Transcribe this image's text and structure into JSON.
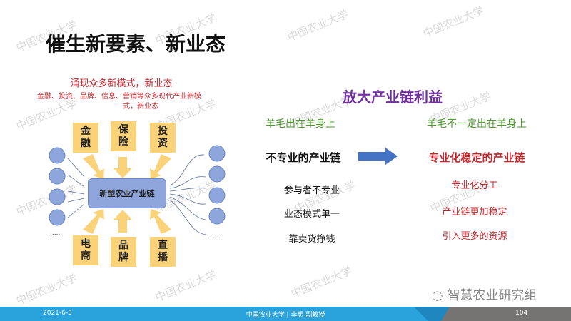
{
  "slide_title": "催生新要素、新业态",
  "left": {
    "heading": "涌现众多新模式，新业态",
    "subheading_line1": "金融、投资、品牌、信息、营销等众多现代产业新模",
    "subheading_line2": "式，新业态",
    "top_boxes": [
      {
        "line1": "金",
        "line2": "融"
      },
      {
        "line1": "保",
        "line2": "险"
      },
      {
        "line1": "投",
        "line2": "资"
      }
    ],
    "bottom_boxes": [
      {
        "line1": "电",
        "line2": "商"
      },
      {
        "line1": "品",
        "line2": "牌"
      },
      {
        "line1": "直",
        "line2": "播"
      }
    ],
    "center_label": "新型农业产业链",
    "ellipsis": "......"
  },
  "right": {
    "heading": "放大产业链利益",
    "left_motto": "羊毛出在羊身上",
    "right_motto": "羊毛不一定出在羊身上",
    "from_label": "不专业的产业链",
    "to_label": "专业化稳定的产业链",
    "from_items": [
      "参与者不专业",
      "业态模式单一",
      "靠卖货挣钱"
    ],
    "to_items": [
      "专业化分工",
      "产业链更加稳定",
      "引入更多的资源"
    ]
  },
  "watermark": "中国农业大学",
  "wechat_watermark": "智慧农业研究组",
  "footer": {
    "date": "2021-6-3",
    "center": "中国农业大学 | 李想 副教授",
    "page": "104"
  },
  "colors": {
    "accent_blue": "#2aa3dc",
    "purple": "#7030a0",
    "green": "#4e9a2e",
    "red": "#c0272d"
  }
}
